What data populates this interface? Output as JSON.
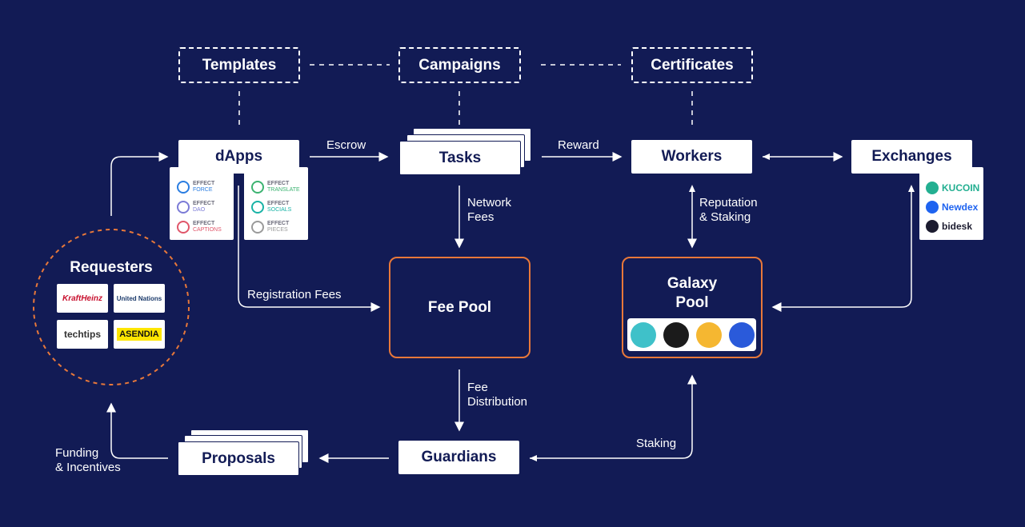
{
  "top": {
    "templates": "Templates",
    "campaigns": "Campaigns",
    "certificates": "Certificates"
  },
  "nodes": {
    "dapps": "dApps",
    "tasks": "Tasks",
    "workers": "Workers",
    "exchanges": "Exchanges",
    "fee_pool": "Fee Pool",
    "galaxy_pool_1": "Galaxy",
    "galaxy_pool_2": "Pool",
    "guardians": "Guardians",
    "proposals": "Proposals",
    "requesters": "Requesters"
  },
  "edges": {
    "escrow": "Escrow",
    "reward": "Reward",
    "network_fees_1": "Network",
    "network_fees_2": "Fees",
    "reputation_1": "Reputation",
    "reputation_2": "& Staking",
    "registration_fees": "Registration Fees",
    "fee_distribution_1": "Fee",
    "fee_distribution_2": "Distribution",
    "staking": "Staking",
    "funding_1": "Funding",
    "funding_2": "& Incentives"
  },
  "dapp_list": [
    {
      "line1": "EFFECT",
      "line2": "FORCE",
      "color": "#2a7de1"
    },
    {
      "line1": "EFFECT",
      "line2": "DAO",
      "color": "#7b7bd6"
    },
    {
      "line1": "EFFECT",
      "line2": "CAPTIONS",
      "color": "#e0566a"
    },
    {
      "line1": "EFFECT",
      "line2": "TRANSLATE",
      "color": "#3cb371"
    },
    {
      "line1": "EFFECT",
      "line2": "SOCIALS",
      "color": "#19b3a6"
    },
    {
      "line1": "EFFECT",
      "line2": "PIECES",
      "color": "#9a9a9a"
    }
  ],
  "requester_logos": [
    "KraftHeinz",
    "United Nations",
    "techtips",
    "ASENDIA"
  ],
  "exchange_list": [
    {
      "name": "KUCOIN",
      "color": "#23af91",
      "icon": "kucoin-icon"
    },
    {
      "name": "Newdex",
      "color": "#1e63f0",
      "icon": "newdex-icon"
    },
    {
      "name": "bidesk",
      "color": "#1b1b2f",
      "icon": "bidesk-icon"
    }
  ],
  "coins": [
    {
      "icon": "pancakeswap-icon",
      "color": "#3fc1c9"
    },
    {
      "icon": "bnb-icon",
      "color": "#1b1b1b"
    },
    {
      "icon": "wax-icon",
      "color": "#f5b731"
    },
    {
      "icon": "chainlink-icon",
      "color": "#2a5ada"
    }
  ],
  "colors": {
    "background": "#121b55",
    "accent": "#e8783a",
    "node_fill": "#ffffff"
  }
}
